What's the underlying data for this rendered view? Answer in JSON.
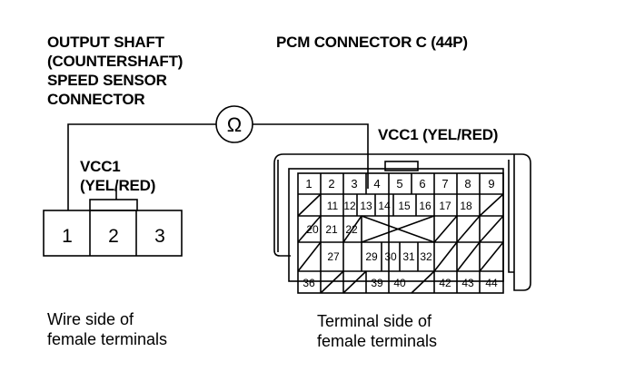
{
  "left_connector": {
    "title_lines": [
      "OUTPUT SHAFT",
      "(COUNTERSHAFT)",
      "SPEED SENSOR",
      "CONNECTOR"
    ],
    "wire_label_lines": [
      "VCC1",
      "(YEL/RED)"
    ],
    "pins": [
      "1",
      "2",
      "3"
    ],
    "caption_lines": [
      "Wire side of",
      "female terminals"
    ]
  },
  "meter_symbol": "Ω",
  "pcm_connector": {
    "title": "PCM CONNECTOR C (44P)",
    "wire_label": "VCC1 (YEL/RED)",
    "row1": [
      "1",
      "2",
      "3",
      "4",
      "5",
      "6",
      "7",
      "8",
      "9"
    ],
    "row2": [
      "11",
      "12",
      "13",
      "14",
      "15",
      "16",
      "17",
      "18"
    ],
    "row3": [
      "20",
      "21",
      "22"
    ],
    "row4": [
      "27",
      "29",
      "30",
      "31",
      "32"
    ],
    "row5": [
      "36",
      "39",
      "40",
      "42",
      "43",
      "44"
    ],
    "caption_lines": [
      "Terminal side of",
      "female terminals"
    ]
  }
}
